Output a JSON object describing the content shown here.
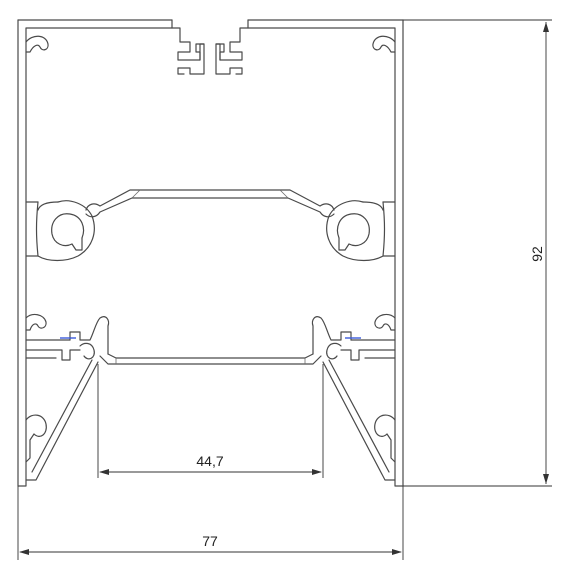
{
  "dimensions": {
    "height": "92",
    "inner_width": "44,7",
    "outer_width": "77"
  },
  "colors": {
    "line": "#4a4a4a",
    "dimension": "#333333",
    "accent": "#3b5bdb",
    "background": "#ffffff"
  }
}
